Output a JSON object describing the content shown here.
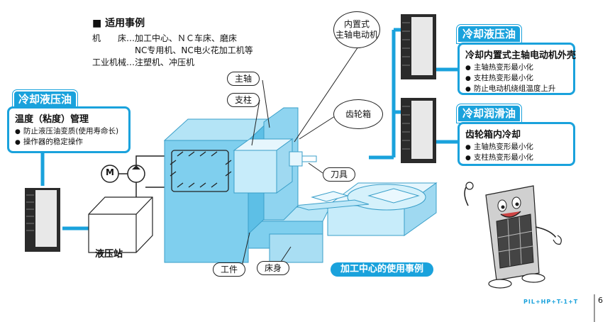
{
  "heading": "■ 适用事例",
  "applications": [
    "机　　床…加工中心、ＮＣ车床、磨床",
    "　　　　　NC专用机、NC电火花加工机等",
    "工业机械…注塑机、冲压机"
  ],
  "left_panel": {
    "tag": "冷却液压油",
    "title": "温度（粘度）管理",
    "items": [
      "防止液压油变质(使用寿命长)",
      "操作器的稳定操作"
    ]
  },
  "right_top_panel": {
    "tag": "冷却液压油",
    "title": "冷却内置式主轴电动机外壳",
    "items": [
      "主轴热变形最小化",
      "支柱热变形最小化",
      "防止电动机绕组温度上升"
    ]
  },
  "right_mid_panel": {
    "tag": "冷却润滑油",
    "title": "齿轮箱内冷却",
    "items": [
      "主轴热变形最小化",
      "支柱热变形最小化"
    ]
  },
  "labels": {
    "spindle": "主轴",
    "column": "支柱",
    "motor_line1": "内置式",
    "motor_line2": "主轴电动机",
    "gearbox": "齿轮箱",
    "tool": "刀具",
    "workpiece": "工件",
    "bed": "床身",
    "hydraulic_station": "液压站",
    "motor_symbol": "M"
  },
  "caption": "加工中心的使用事例",
  "page_number": "6",
  "footer_text": "PIL+HP+T-1+T"
}
